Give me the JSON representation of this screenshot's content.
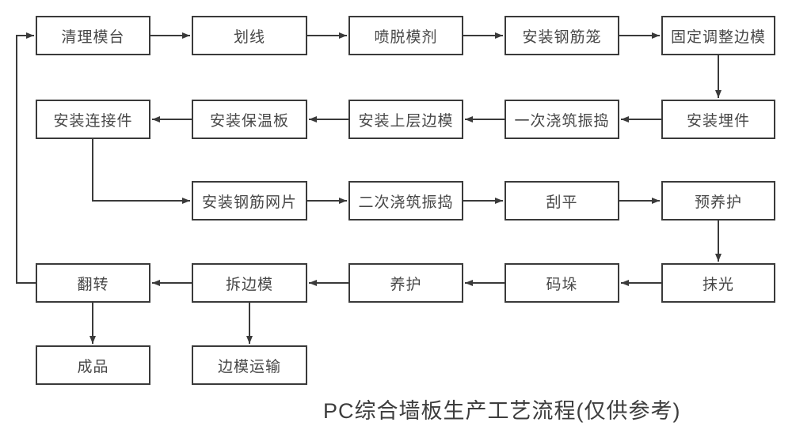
{
  "title": "PC综合墙板生产工艺流程(仅供参考)",
  "colors": {
    "line": "#3a3a3a",
    "box_border": "#3a3a3a",
    "box_fill": "#ffffff",
    "text": "#474747",
    "background": "#ffffff"
  },
  "nodes": [
    {
      "label": "清理模台"
    },
    {
      "label": "划线"
    },
    {
      "label": "喷脱模剂"
    },
    {
      "label": "安装钢筋笼"
    },
    {
      "label": "固定调整边模"
    },
    {
      "label": "安装埋件"
    },
    {
      "label": "一次浇筑振捣"
    },
    {
      "label": "安装上层边模"
    },
    {
      "label": "安装保温板"
    },
    {
      "label": "安装连接件"
    },
    {
      "label": "安装钢筋网片"
    },
    {
      "label": "二次浇筑振捣"
    },
    {
      "label": "刮平"
    },
    {
      "label": "预养护"
    },
    {
      "label": "抹光"
    },
    {
      "label": "码垛"
    },
    {
      "label": "养护"
    },
    {
      "label": "拆边模"
    },
    {
      "label": "翻转"
    },
    {
      "label": "成品"
    },
    {
      "label": "边模运输"
    }
  ],
  "edges": [
    {
      "from": "清理模台",
      "to": "划线"
    },
    {
      "from": "划线",
      "to": "喷脱模剂"
    },
    {
      "from": "喷脱模剂",
      "to": "安装钢筋笼"
    },
    {
      "from": "安装钢筋笼",
      "to": "固定调整边模"
    },
    {
      "from": "固定调整边模",
      "to": "安装埋件"
    },
    {
      "from": "安装埋件",
      "to": "一次浇筑振捣"
    },
    {
      "from": "一次浇筑振捣",
      "to": "安装上层边模"
    },
    {
      "from": "安装上层边模",
      "to": "安装保温板"
    },
    {
      "from": "安装保温板",
      "to": "安装连接件"
    },
    {
      "from": "安装连接件",
      "to": "安装钢筋网片"
    },
    {
      "from": "安装钢筋网片",
      "to": "二次浇筑振捣"
    },
    {
      "from": "二次浇筑振捣",
      "to": "刮平"
    },
    {
      "from": "刮平",
      "to": "预养护"
    },
    {
      "from": "预养护",
      "to": "抹光"
    },
    {
      "from": "抹光",
      "to": "码垛"
    },
    {
      "from": "码垛",
      "to": "养护"
    },
    {
      "from": "养护",
      "to": "拆边模"
    },
    {
      "from": "拆边模",
      "to": "翻转"
    },
    {
      "from": "翻转",
      "to": "清理模台"
    },
    {
      "from": "翻转",
      "to": "成品"
    },
    {
      "from": "拆边模",
      "to": "边模运输"
    }
  ]
}
